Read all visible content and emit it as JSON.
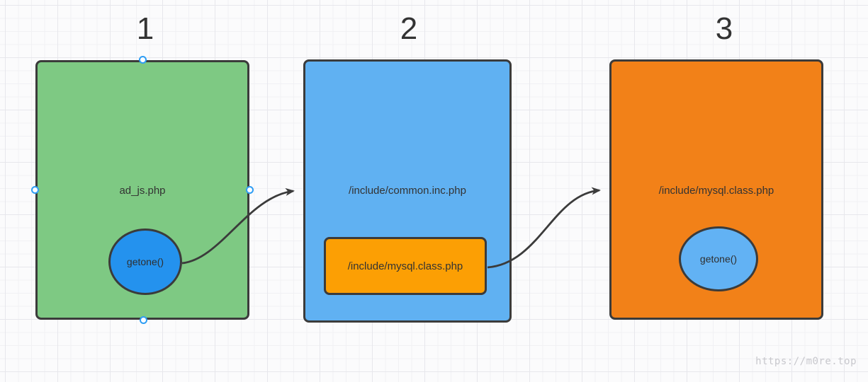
{
  "diagram": {
    "stroke_color": "#3b3b3b",
    "steps": [
      {
        "number": "1",
        "label": "ad_js.php",
        "fill": "#7ec983",
        "inner": {
          "shape": "ellipse",
          "label": "getone()",
          "fill": "#2492ee"
        }
      },
      {
        "number": "2",
        "label": "/include/common.inc.php",
        "fill": "#60b1f2",
        "inner": {
          "shape": "rounded-rect",
          "label": "/include/mysql.class.php",
          "fill": "#fc9f04"
        }
      },
      {
        "number": "3",
        "label": "/include/mysql.class.php",
        "fill": "#f28118",
        "inner": {
          "shape": "ellipse",
          "label": "getone()",
          "fill": "#62b2f4"
        }
      }
    ],
    "connectors": [
      {
        "from": "step-1 getone()",
        "to": "step-2"
      },
      {
        "from": "step-2 /include/mysql.class.php",
        "to": "step-3"
      }
    ]
  },
  "watermark": {
    "text": "https://m0re.top",
    "color": "#c8c8cd"
  }
}
